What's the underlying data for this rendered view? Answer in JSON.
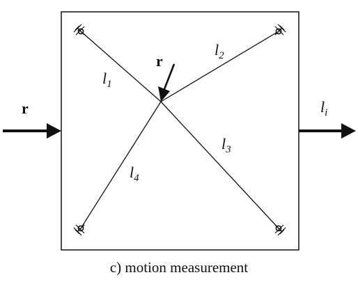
{
  "diagram": {
    "input_label": "r",
    "force_label": "r",
    "output_label": "l",
    "output_subscript": "i",
    "cables": [
      {
        "letter": "l",
        "index": "1"
      },
      {
        "letter": "l",
        "index": "2"
      },
      {
        "letter": "l",
        "index": "3"
      },
      {
        "letter": "l",
        "index": "4"
      }
    ],
    "caption": "c) motion measurement"
  }
}
